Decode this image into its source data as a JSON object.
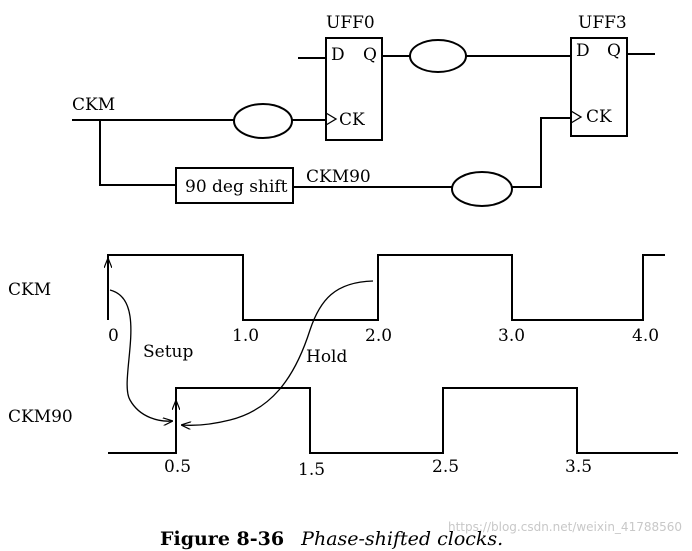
{
  "circuit": {
    "ff0_label": "UFF0",
    "ff3_label": "UFF3",
    "ff0_d": "D",
    "ff0_q": "Q",
    "ff0_ck": "CK",
    "ff3_d": "D",
    "ff3_q": "Q",
    "ff3_ck": "CK",
    "ckm_label": "CKM",
    "shift_label": "90 deg shift",
    "ckm90_label": "CKM90"
  },
  "waveforms": {
    "ckm_label": "CKM",
    "ckm90_label": "CKM90",
    "ckm_ticks": [
      "0",
      "1.0",
      "2.0",
      "3.0",
      "4.0"
    ],
    "ckm90_ticks": [
      "0.5",
      "1.5",
      "2.5",
      "3.5"
    ],
    "setup_label": "Setup",
    "hold_label": "Hold"
  },
  "caption": {
    "number": "Figure 8-36",
    "title": "Phase-shifted clocks."
  },
  "watermark": "https://blog.csdn.net/weixin_41788560"
}
